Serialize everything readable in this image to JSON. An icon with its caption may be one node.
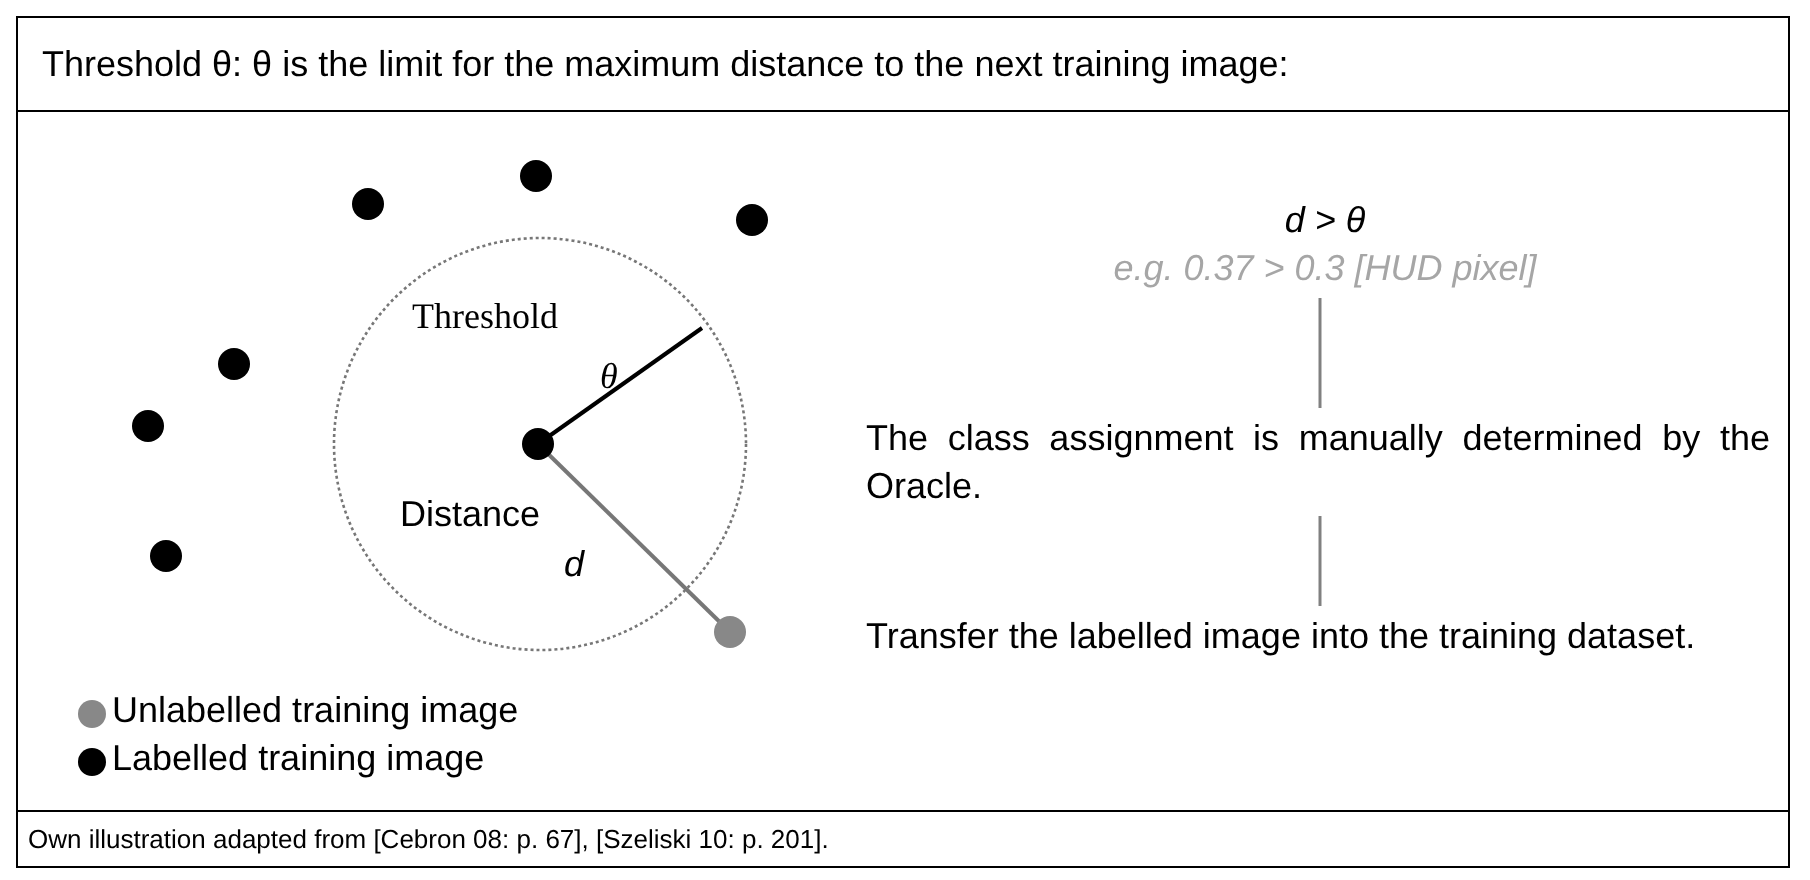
{
  "diagram": {
    "title": "Threshold θ: θ is the limit for the maximum distance to the next training image:",
    "caption": "Own illustration adapted from [Cebron 08: p. 67], [Szeliski 10: p. 201].",
    "nodes": [
      {
        "text": [
          "d > θ",
          "e.g. 0.37 > 0.3 [HUD pixel]"
        ]
      },
      {
        "text": [
          "The class assignment is manually determined by the Oracle."
        ]
      },
      {
        "text": [
          "Transfer the labelled image into the training dataset."
        ]
      }
    ],
    "edges": [
      {
        "from": 0,
        "to": 1,
        "arrow": "none"
      },
      {
        "from": 1,
        "to": 2,
        "arrow": "none"
      }
    ],
    "labels": [
      "Threshold",
      "θ",
      "Distance",
      "d"
    ],
    "legend": [
      {
        "text": "Unlabelled training image",
        "color": "#888888"
      },
      {
        "text": "Labelled training image",
        "color": "#000000"
      }
    ]
  }
}
